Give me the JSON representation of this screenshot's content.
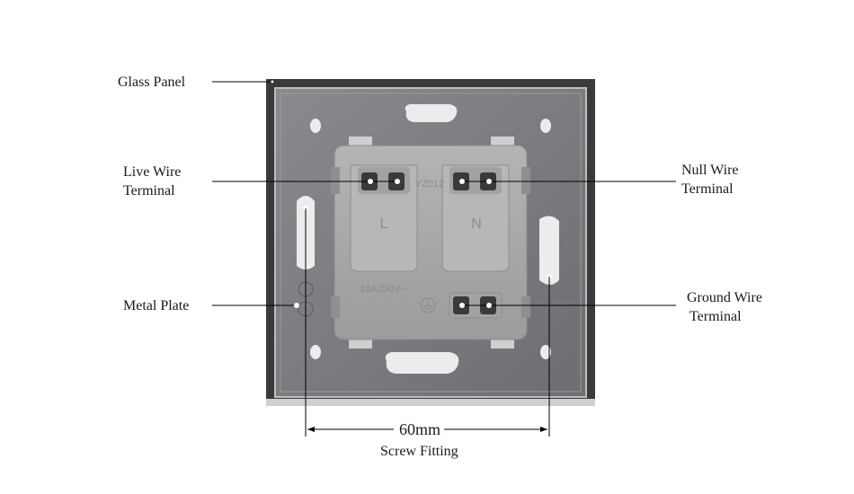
{
  "labels": {
    "glass_panel": "Glass Panel",
    "live_wire_1": "Live Wire",
    "live_wire_2": "Terminal",
    "null_wire_1": "Null Wire",
    "null_wire_2": "Terminal",
    "metal_plate": "Metal Plate",
    "ground_wire_1": "Ground Wire",
    "ground_wire_2": "Terminal",
    "dimension": "60mm",
    "screw_fitting": "Screw Fitting"
  },
  "socket_marks": {
    "left_letter": "L",
    "right_letter": "N",
    "model": "YZ012",
    "rating": "16A250V~"
  },
  "colors": {
    "frame": "#3a3a3c",
    "plate": "#78787c",
    "module": "#a9a9ab",
    "leader": "#000000"
  }
}
